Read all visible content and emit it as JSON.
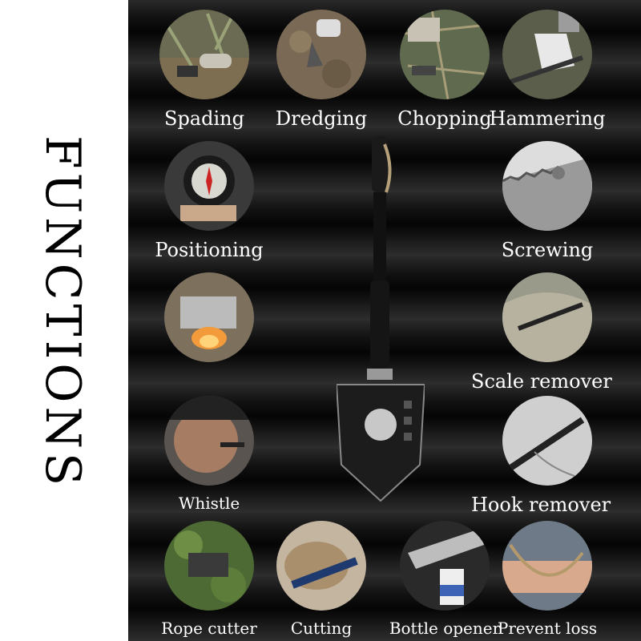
{
  "title": "FUNCTIONS",
  "features": [
    {
      "id": "spading",
      "label": "Spading",
      "icon": "spading-photo"
    },
    {
      "id": "dredging",
      "label": "Dredging",
      "icon": "dredging-photo"
    },
    {
      "id": "chopping",
      "label": "Chopping",
      "icon": "chopping-photo"
    },
    {
      "id": "hammering",
      "label": "Hammering",
      "icon": "hammering-photo"
    },
    {
      "id": "positioning",
      "label": "Positioning",
      "icon": "compass-photo"
    },
    {
      "id": "screwing",
      "label": "Screwing",
      "icon": "screwing-photo"
    },
    {
      "id": "fire",
      "label": "",
      "icon": "fire-photo"
    },
    {
      "id": "scale-remover",
      "label": "Scale remover",
      "icon": "fish-scale-photo"
    },
    {
      "id": "whistle",
      "label": "Whistle",
      "icon": "whistle-photo"
    },
    {
      "id": "hook-remover",
      "label": "Hook remover",
      "icon": "hook-photo"
    },
    {
      "id": "rope-cutter",
      "label": "Rope cutter",
      "icon": "rope-cutter-photo"
    },
    {
      "id": "cutting",
      "label": "Cutting",
      "icon": "cutting-photo"
    },
    {
      "id": "bottle-opener",
      "label": "Bottle opener",
      "icon": "bottle-opener-photo"
    },
    {
      "id": "prevent-loss",
      "label": "Prevent loss",
      "icon": "lanyard-photo"
    }
  ],
  "colors": {
    "background": "#ffffff",
    "panel": "#111111",
    "label": "#ffffff",
    "title": "#000000"
  }
}
